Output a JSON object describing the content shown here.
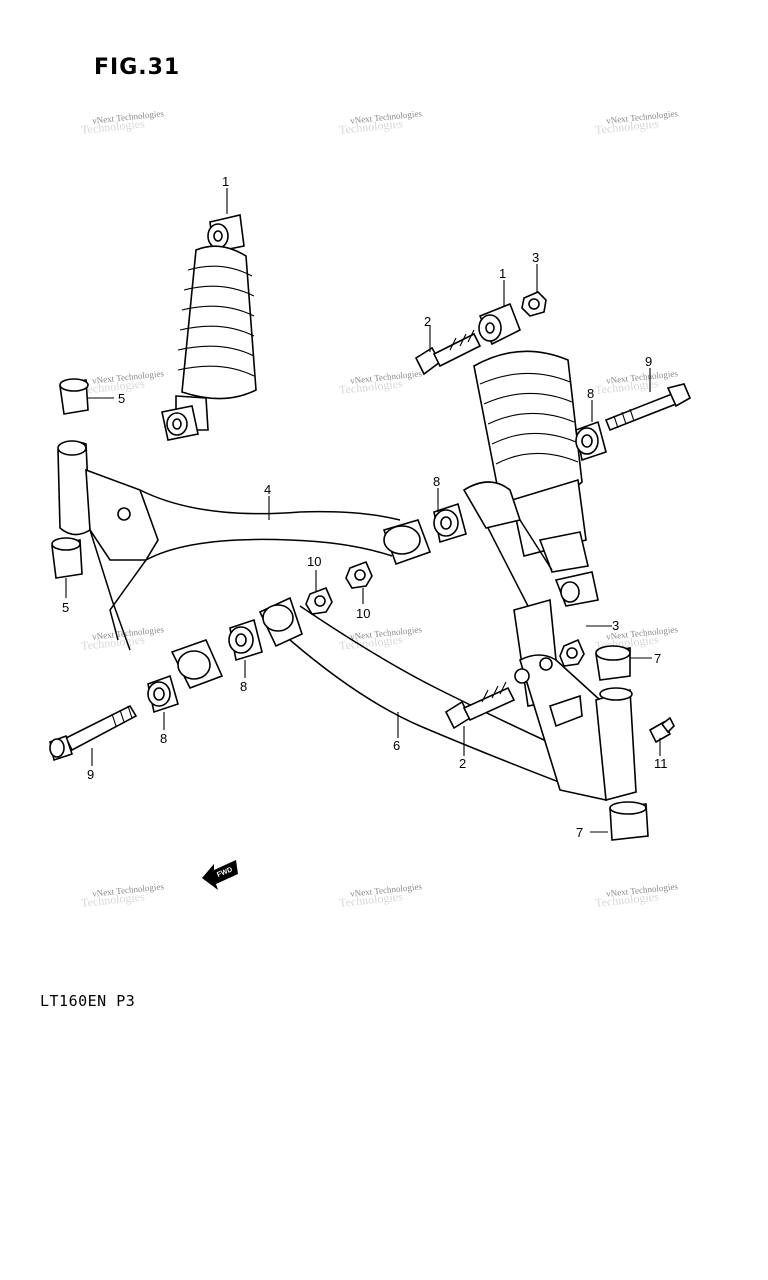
{
  "figure": {
    "title": "FIG.31",
    "footer": "LT160EN P3"
  },
  "watermark": {
    "text": "vNext Technologies",
    "ghost": "Technologies"
  },
  "callouts": [
    "1",
    "1",
    "2",
    "2",
    "3",
    "3",
    "4",
    "5",
    "5",
    "6",
    "7",
    "7",
    "8",
    "8",
    "8",
    "8",
    "9",
    "9",
    "10",
    "10",
    "11"
  ],
  "fwd_label": "FWD"
}
